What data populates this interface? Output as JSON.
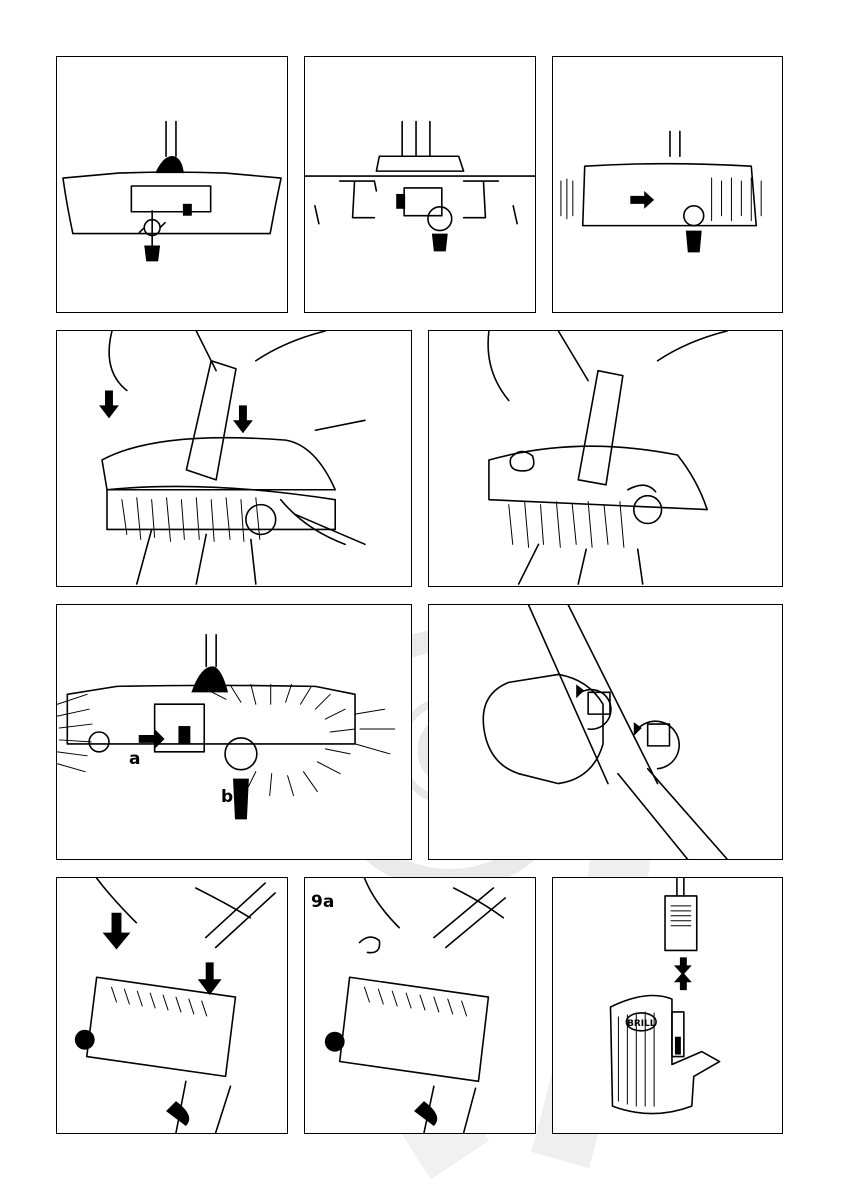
{
  "panels": [
    {
      "id": 1,
      "label": ""
    },
    {
      "id": 2,
      "label": ""
    },
    {
      "id": 3,
      "label": ""
    },
    {
      "id": 4,
      "label": ""
    },
    {
      "id": 5,
      "label": ""
    },
    {
      "id": 6,
      "label": "",
      "callouts": {
        "a": "a",
        "b": "b"
      }
    },
    {
      "id": 7,
      "label": ""
    },
    {
      "id": 8,
      "label": ""
    },
    {
      "id": 9,
      "label": "9a"
    },
    {
      "id": 10,
      "label": "",
      "brand": "BRILL"
    }
  ],
  "watermark": "©",
  "icons": {
    "arrow": "arrow-icon",
    "rotate": "rotate-arrow-icon",
    "screwdriver": "screwdriver-icon"
  }
}
